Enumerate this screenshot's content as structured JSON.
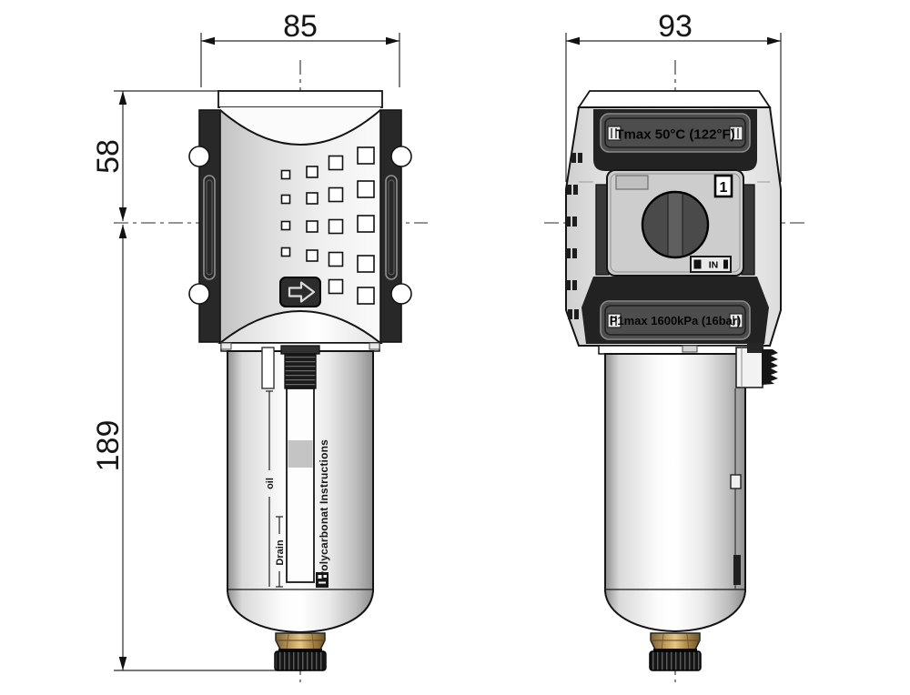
{
  "dimensions": {
    "front_width": "85",
    "side_width": "93",
    "head_height": "58",
    "bowl_height": "189"
  },
  "labels": {
    "tmax": "Tmax 50°C (122°F)",
    "p1max": "P1max 1600kPa (16bar)",
    "port_number": "1",
    "port_direction": "IN",
    "oil_level": "oil",
    "drain_level": "Drain",
    "bowl_material": "Polycarbonat Instructions"
  },
  "colors": {
    "background": "#ffffff",
    "line": "#141414",
    "dark_fill": "#262626",
    "label_background": "#4d4d4d",
    "brass": "#c9a866"
  }
}
